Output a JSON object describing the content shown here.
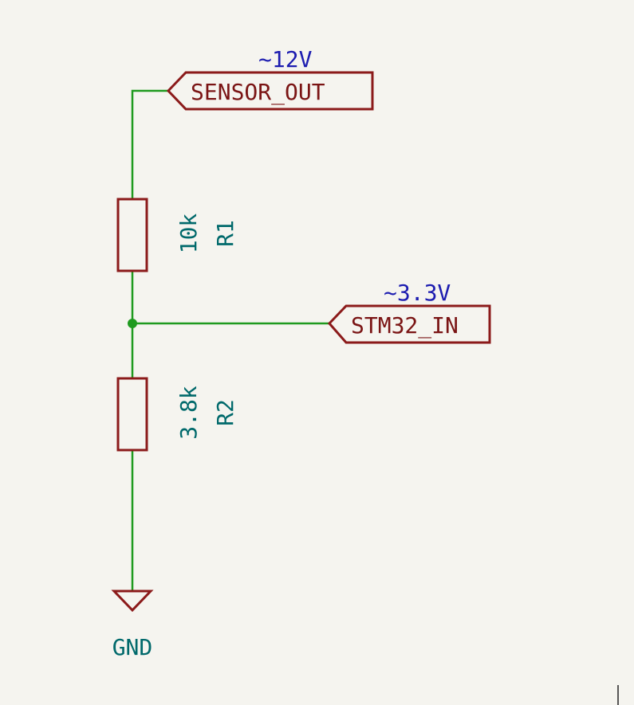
{
  "nets": {
    "sensor_out": {
      "label": "SENSOR_OUT",
      "voltage": "~12V"
    },
    "stm32_in": {
      "label": "STM32_IN",
      "voltage": "~3.3V"
    },
    "gnd": {
      "label": "GND"
    }
  },
  "components": {
    "r1": {
      "ref": "R1",
      "value": "10k"
    },
    "r2": {
      "ref": "R2",
      "value": "3.8k"
    }
  },
  "colors": {
    "background": "#f5f4ef",
    "wire": "#1f9a1f",
    "component": "#8b1a1a",
    "label": "#7a1414",
    "voltage": "#1c1cb0",
    "reference": "#00696b"
  }
}
